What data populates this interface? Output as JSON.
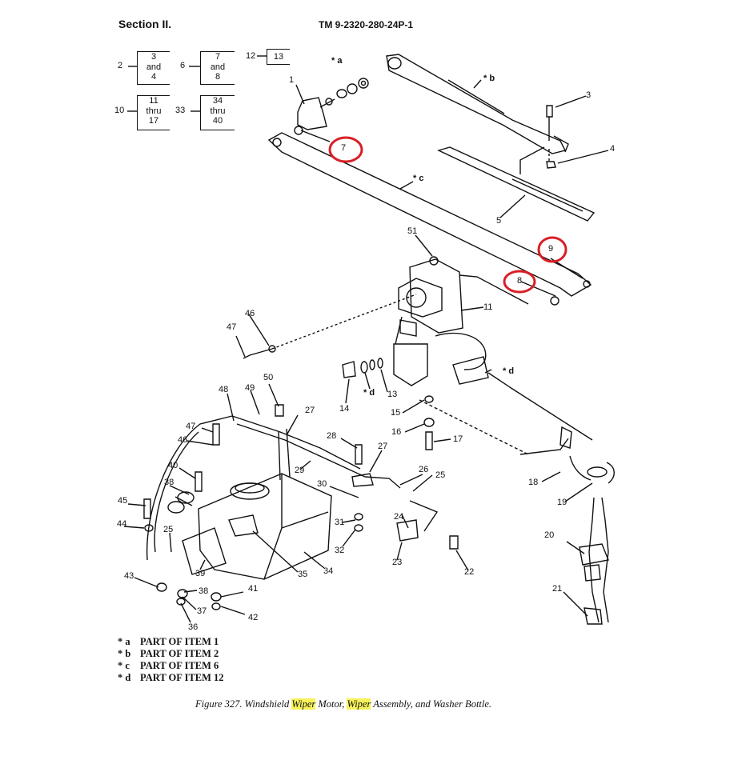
{
  "header": {
    "section": "Section II.",
    "tm_number": "TM 9-2320-280-24P-1"
  },
  "index_boxes": [
    {
      "ref": "2",
      "lines": [
        "3",
        "and",
        "4"
      ]
    },
    {
      "ref": "6",
      "lines": [
        "7",
        "and",
        "8"
      ]
    },
    {
      "ref": "12",
      "lines": [
        "13"
      ]
    },
    {
      "ref": "10",
      "lines": [
        "11",
        "thru",
        "17"
      ]
    },
    {
      "ref": "33",
      "lines": [
        "34",
        "thru",
        "40"
      ]
    }
  ],
  "callouts": {
    "n1": "1",
    "n3": "3",
    "n4": "4",
    "n5": "5",
    "n7": "7",
    "n8": "8",
    "n9": "9",
    "n11": "11",
    "n13": "13",
    "n14": "14",
    "n15": "15",
    "n16": "16",
    "n17": "17",
    "n18": "18",
    "n19": "19",
    "n20": "20",
    "n21": "21",
    "n22": "22",
    "n23": "23",
    "n24": "24",
    "n25a": "25",
    "n25b": "25",
    "n26": "26",
    "n27a": "27",
    "n27b": "27",
    "n28": "28",
    "n29": "29",
    "n30": "30",
    "n31": "31",
    "n32": "32",
    "n34": "34",
    "n35": "35",
    "n36": "36",
    "n37": "37",
    "n38a": "38",
    "n38b": "38",
    "n39": "39",
    "n40": "40",
    "n41": "41",
    "n42": "42",
    "n43": "43",
    "n44": "44",
    "n45": "45",
    "n46a": "46",
    "n46b": "46",
    "n47a": "47",
    "n47b": "47",
    "n48": "48",
    "n49": "49",
    "n50": "50",
    "n51": "51",
    "sa": "* a",
    "sb": "* b",
    "sc": "* c",
    "sd1": "* d",
    "sd2": "* d"
  },
  "legend": [
    {
      "key": "* a",
      "text": "PART OF ITEM 1"
    },
    {
      "key": "* b",
      "text": "PART OF ITEM 2"
    },
    {
      "key": "* c",
      "text": "PART OF ITEM 6"
    },
    {
      "key": "* d",
      "text": "PART OF ITEM 12"
    }
  ],
  "caption": {
    "part1": "Figure 327.  Windshield ",
    "hl1": "Wiper",
    "part2": " Motor, ",
    "hl2": "Wiper",
    "part3": " Assembly, and Washer Bottle."
  },
  "colors": {
    "ink": "#111111",
    "highlight": "#f6f25a",
    "circle": "#d81f26"
  }
}
